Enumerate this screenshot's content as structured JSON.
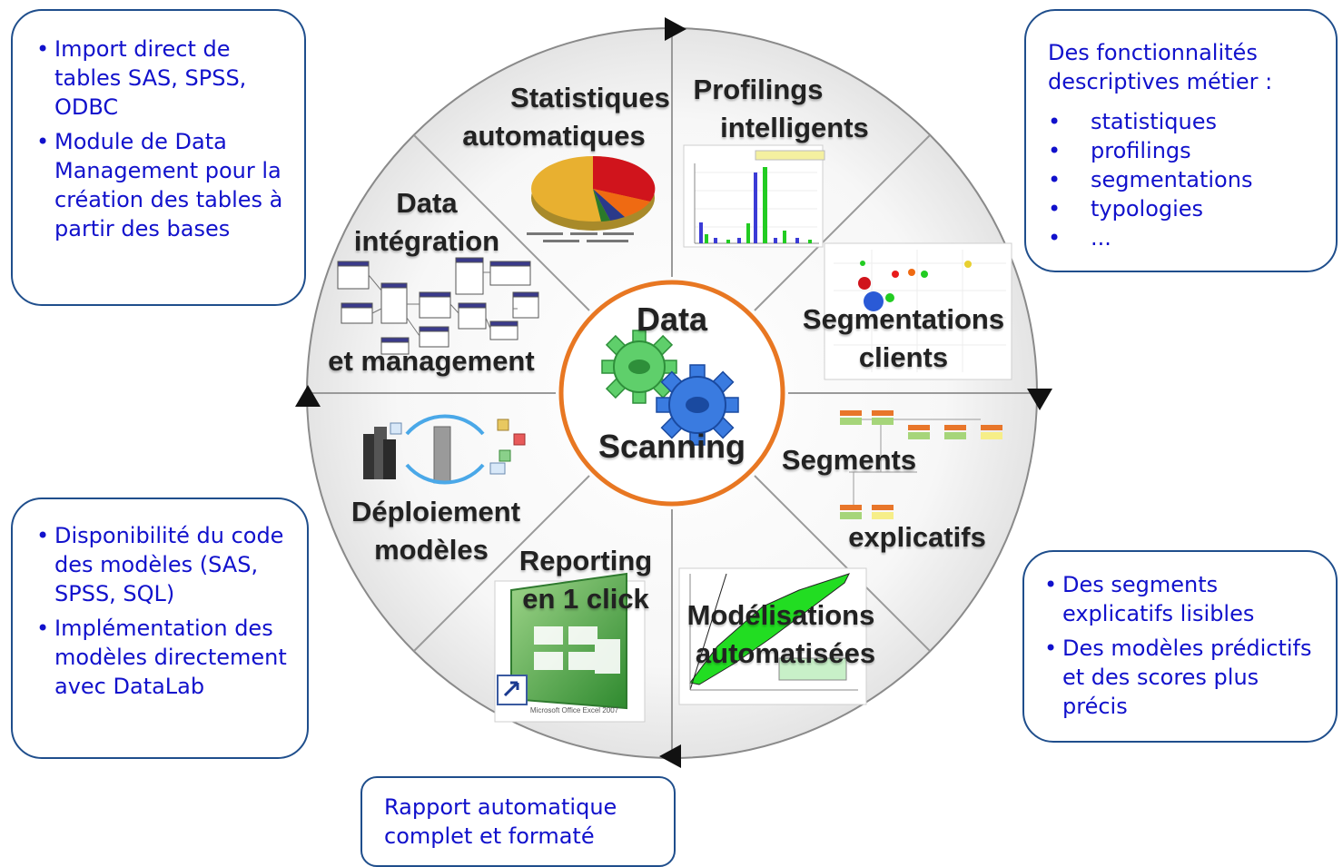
{
  "hub": {
    "line1": "Data",
    "line2": "Scanning"
  },
  "segments": {
    "statistiques": {
      "line1": "Statistiques",
      "line2": "automatiques"
    },
    "profilings": {
      "line1": "Profilings",
      "line2": "intelligents"
    },
    "segmentations": {
      "line1": "Segmentations",
      "line2": "clients"
    },
    "segments": {
      "line1": "Segments",
      "line2": "explicatifs"
    },
    "modelisations": {
      "line1": "Modélisations",
      "line2": "automatisées"
    },
    "reporting": {
      "line1": "Reporting",
      "line2": "en 1 click"
    },
    "deploiement": {
      "line1": "Déploiement",
      "line2": "modèles"
    },
    "integration": {
      "line1": "Data",
      "line2": "intégration",
      "line3": "et management"
    }
  },
  "excel_caption": "Microsoft Office Excel 2007",
  "callouts": {
    "top_left": {
      "items": [
        "Import direct de tables SAS, SPSS, ODBC",
        "Module de Data Management pour la création des tables à partir des bases"
      ]
    },
    "top_right": {
      "title": "Des fonctionnalités descriptives métier :",
      "items": [
        "statistiques",
        "profilings",
        "segmentations",
        "typologies",
        "..."
      ]
    },
    "bottom_left": {
      "items": [
        "Disponibilité du code des modèles (SAS, SPSS, SQL)",
        "Implémentation des modèles directement avec DataLab"
      ]
    },
    "bottom_right": {
      "items": [
        "Des segments explicatifs lisibles",
        "Des modèles prédictifs et des scores plus précis"
      ]
    },
    "bottom_center": {
      "text": "Rapport automatique complet et formaté"
    }
  },
  "colors": {
    "callout_text": "#1111cc",
    "callout_border": "#1f4e8c",
    "hub_ring": "#e87722",
    "gear_green": "#5fcf6b",
    "gear_blue": "#3a7be0",
    "pie_red": "#d0141c",
    "pie_yellow": "#e8b030",
    "excel_green": "#3c9a3c",
    "model_fill": "#22dd22"
  }
}
